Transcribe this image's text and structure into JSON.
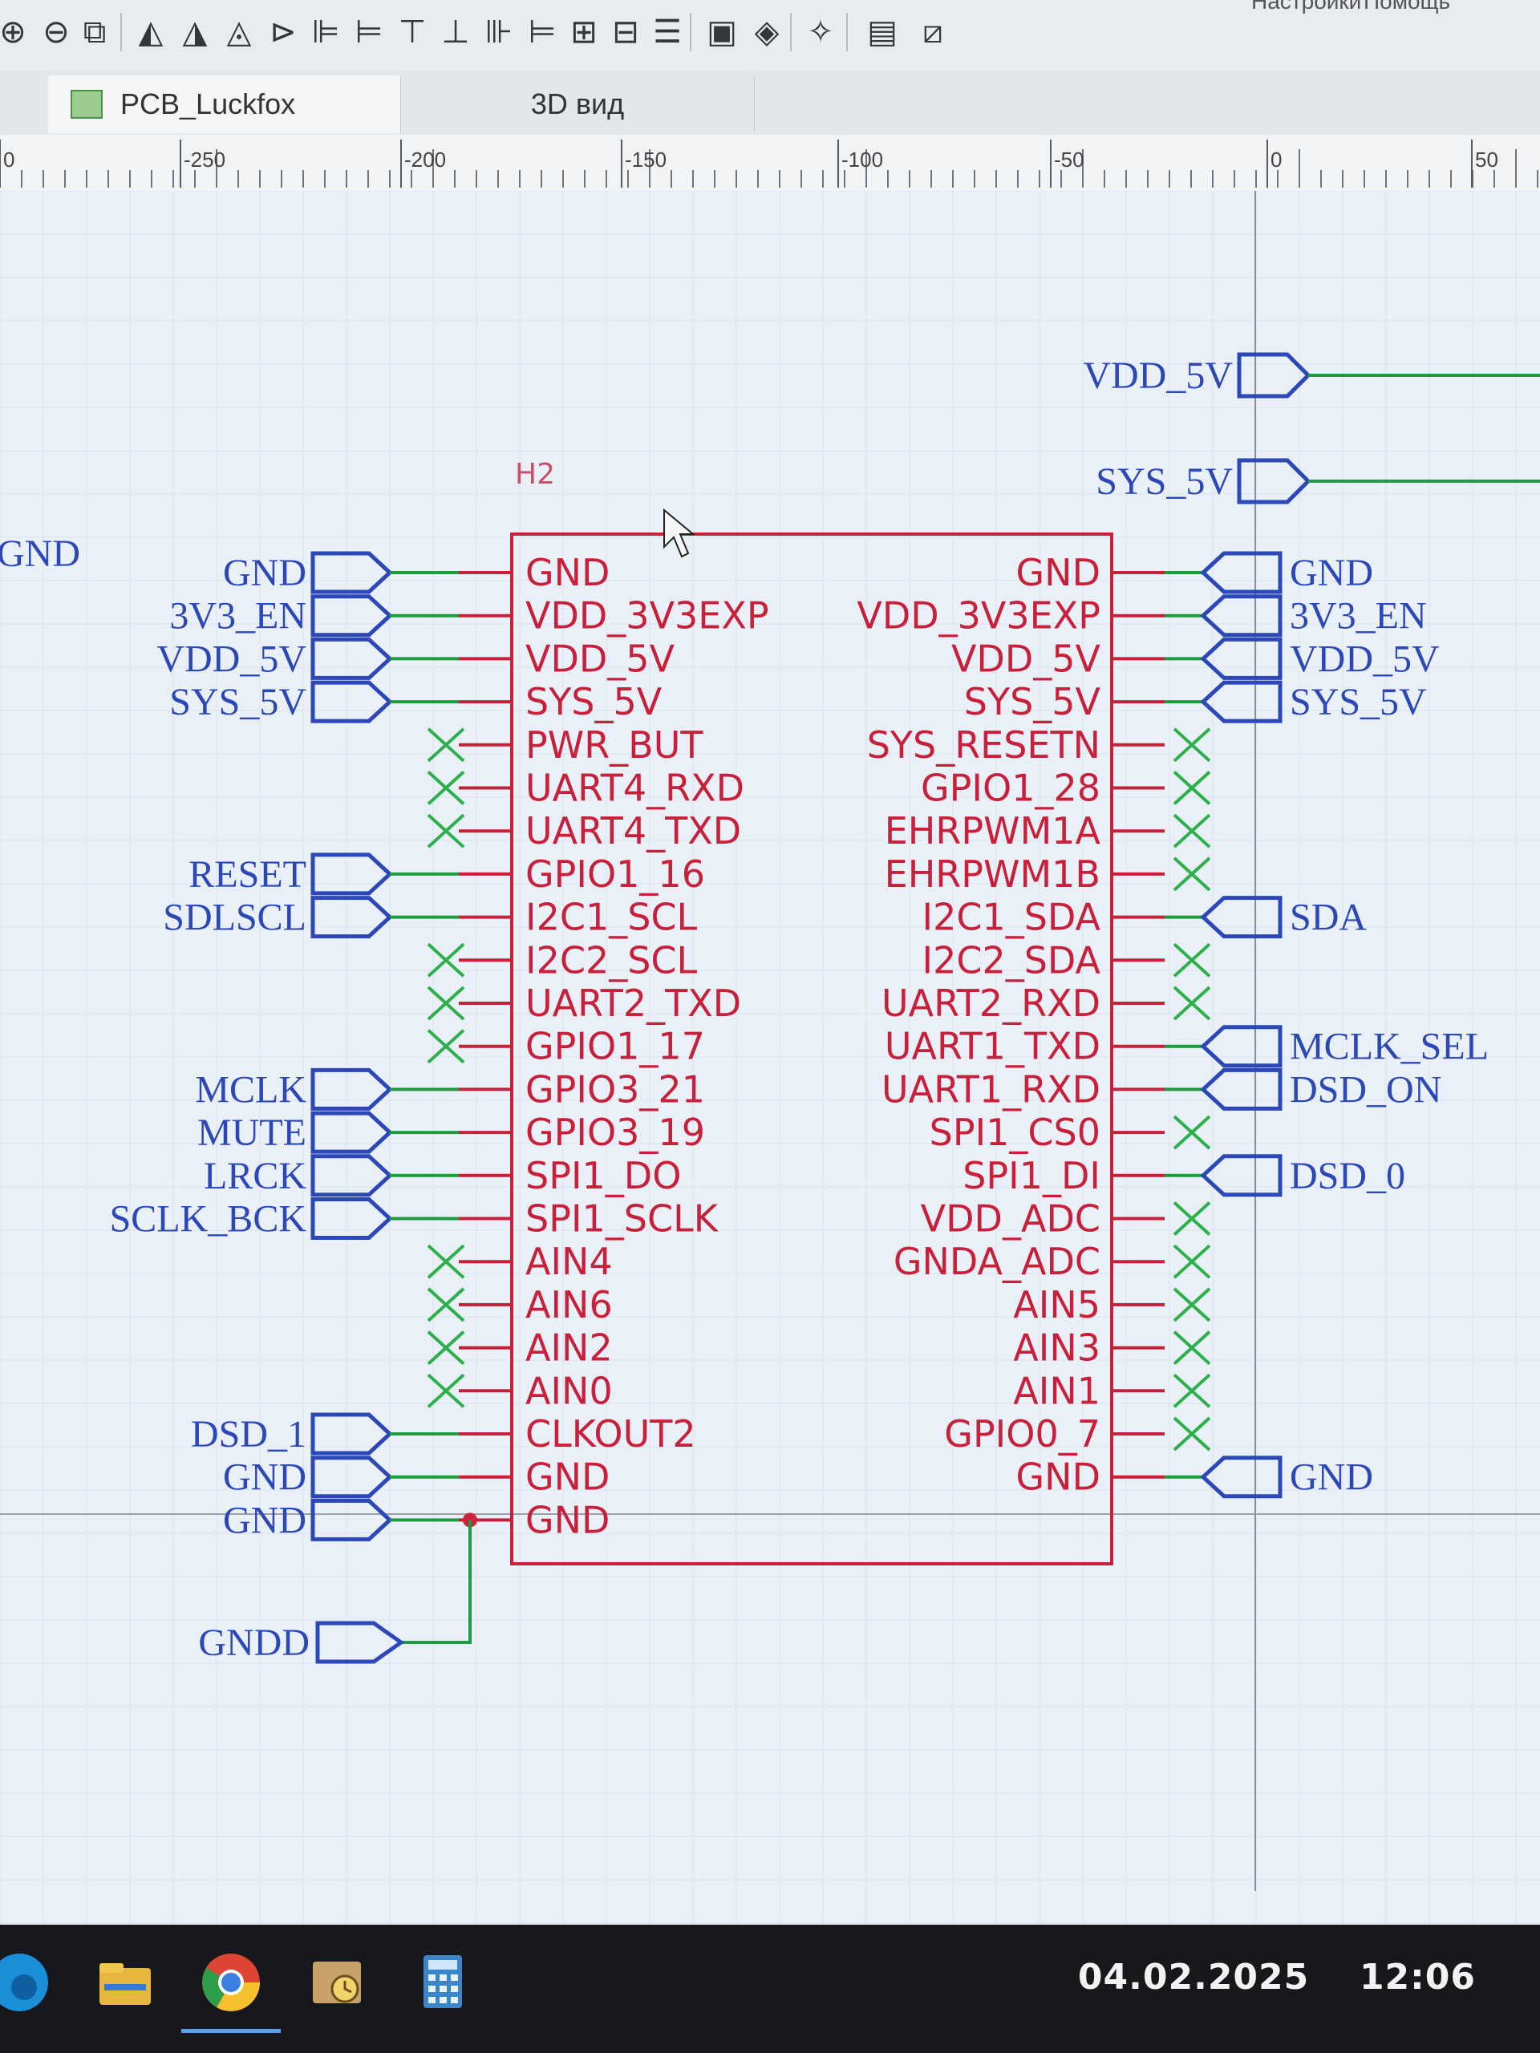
{
  "menu": {
    "settings": "Настройки",
    "help": "Помощь"
  },
  "tabs": [
    {
      "label": "PCB_Luckfox",
      "active": true
    },
    {
      "label": "3D вид",
      "active": false
    }
  ],
  "ruler": {
    "ticks": [
      {
        "v": "0",
        "pos": 0
      },
      {
        "v": "-250",
        "pos": 1
      },
      {
        "v": "-200",
        "pos": 2
      },
      {
        "v": "-150",
        "pos": 3
      },
      {
        "v": "-100",
        "pos": 4
      },
      {
        "v": "-50",
        "pos": 5
      },
      {
        "v": "0",
        "pos": 6
      },
      {
        "v": "50",
        "pos": 7
      }
    ]
  },
  "component": {
    "ref": "H2",
    "left_pins": [
      "GND",
      "VDD_3V3EXP",
      "VDD_5V",
      "SYS_5V",
      "PWR_BUT",
      "UART4_RXD",
      "UART4_TXD",
      "GPIO1_16",
      "I2C1_SCL",
      "I2C2_SCL",
      "UART2_TXD",
      "GPIO1_17",
      "GPIO3_21",
      "GPIO3_19",
      "SPI1_DO",
      "SPI1_SCLK",
      "AIN4",
      "AIN6",
      "AIN2",
      "AIN0",
      "CLKOUT2",
      "GND",
      "GND"
    ],
    "right_pins": [
      "GND",
      "VDD_3V3EXP",
      "VDD_5V",
      "SYS_5V",
      "SYS_RESETN",
      "GPIO1_28",
      "EHRPWM1A",
      "EHRPWM1B",
      "I2C1_SDA",
      "I2C2_SDA",
      "UART2_RXD",
      "UART1_TXD",
      "UART1_RXD",
      "SPI1_CS0",
      "SPI1_DI",
      "VDD_ADC",
      "GNDA_ADC",
      "AIN5",
      "AIN3",
      "AIN1",
      "GPIO0_7",
      "GND"
    ]
  },
  "left_nets": [
    {
      "row": 0,
      "label": "GND"
    },
    {
      "row": 1,
      "label": "3V3_EN"
    },
    {
      "row": 2,
      "label": "VDD_5V"
    },
    {
      "row": 3,
      "label": "SYS_5V"
    },
    {
      "row": 7,
      "label": "RESET"
    },
    {
      "row": 8,
      "label": "SDLSCL"
    },
    {
      "row": 12,
      "label": "MCLK"
    },
    {
      "row": 13,
      "label": "MUTE"
    },
    {
      "row": 14,
      "label": "LRCK"
    },
    {
      "row": 15,
      "label": "SCLK_BCK"
    },
    {
      "row": 20,
      "label": "DSD_1"
    },
    {
      "row": 21,
      "label": "GND"
    },
    {
      "row": 22,
      "label": "GND"
    }
  ],
  "left_nc_rows": [
    4,
    5,
    6,
    9,
    10,
    11,
    16,
    17,
    18,
    19
  ],
  "right_nets": [
    {
      "row": 0,
      "label": "GND"
    },
    {
      "row": 1,
      "label": "3V3_EN"
    },
    {
      "row": 2,
      "label": "VDD_5V"
    },
    {
      "row": 3,
      "label": "SYS_5V"
    },
    {
      "row": 8,
      "label": "SDA"
    },
    {
      "row": 11,
      "label": "MCLK_SEL"
    },
    {
      "row": 12,
      "label": "DSD_ON"
    },
    {
      "row": 14,
      "label": "DSD_0"
    },
    {
      "row": 21,
      "label": "GND"
    }
  ],
  "right_nc_rows": [
    4,
    5,
    6,
    7,
    9,
    10,
    13,
    15,
    16,
    17,
    18,
    19,
    20
  ],
  "top_nets": [
    "VDD_5V",
    "SYS_5V"
  ],
  "gndd_label": "GNDD",
  "edge_gnd_label": "GND",
  "taskbar": {
    "date": "04.02.2025",
    "time": "12:06"
  },
  "colors": {
    "net_blue": "#2b47b8",
    "pin_red": "#c8203a",
    "wire_green": "#1e9b3c",
    "nc_green": "#2bb04a"
  },
  "icons": [
    "zoom-in-icon",
    "zoom-out-icon",
    "zoom-fit-icon",
    "rotate-left-icon",
    "rotate-right-icon",
    "flip-horizontal-icon",
    "flip-vertical-icon",
    "align-left-icon",
    "align-right-icon",
    "align-top-icon",
    "align-bottom-icon",
    "align-center-v-icon",
    "align-center-h-icon",
    "distribute-grid-icon",
    "distribute-h-icon",
    "distribute-v-icon",
    "image-icon",
    "layers-icon",
    "magic-icon",
    "bom-icon",
    "crop-icon"
  ]
}
